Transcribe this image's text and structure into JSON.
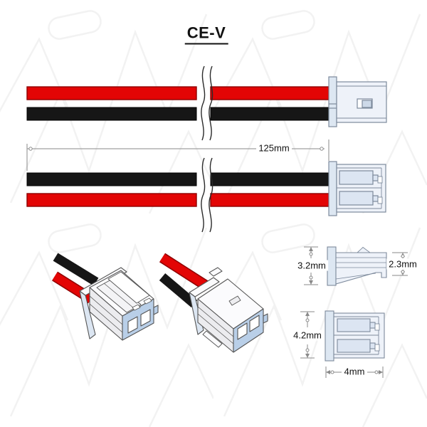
{
  "title": "CE-V",
  "labels": {
    "cable_length": "125mm",
    "connector_height_side": "3.2mm",
    "connector_depth_side": "2.3mm",
    "connector_width_top": "4.2mm",
    "connector_length_top": "4mm"
  },
  "colors": {
    "wire_red": "#e30505",
    "wire_red_edge": "#8f0000",
    "wire_black": "#161616",
    "housing_fill": "#eef2f9",
    "housing_flange_fill": "#dde7f2",
    "housing_contact_fill": "#dce5f2",
    "housing_outline": "#7d8a9c",
    "iso_face_white": "#fbfbfd",
    "iso_face_gray": "#ececef",
    "iso_face_blue": "#b9cfe8",
    "iso_outline": "#555555",
    "break_line": "#2a2a2a",
    "dimension_line": "#8a8a8a",
    "label_text": "#111111",
    "watermark_outline": "#f2f2f2",
    "background": "#ffffff"
  }
}
